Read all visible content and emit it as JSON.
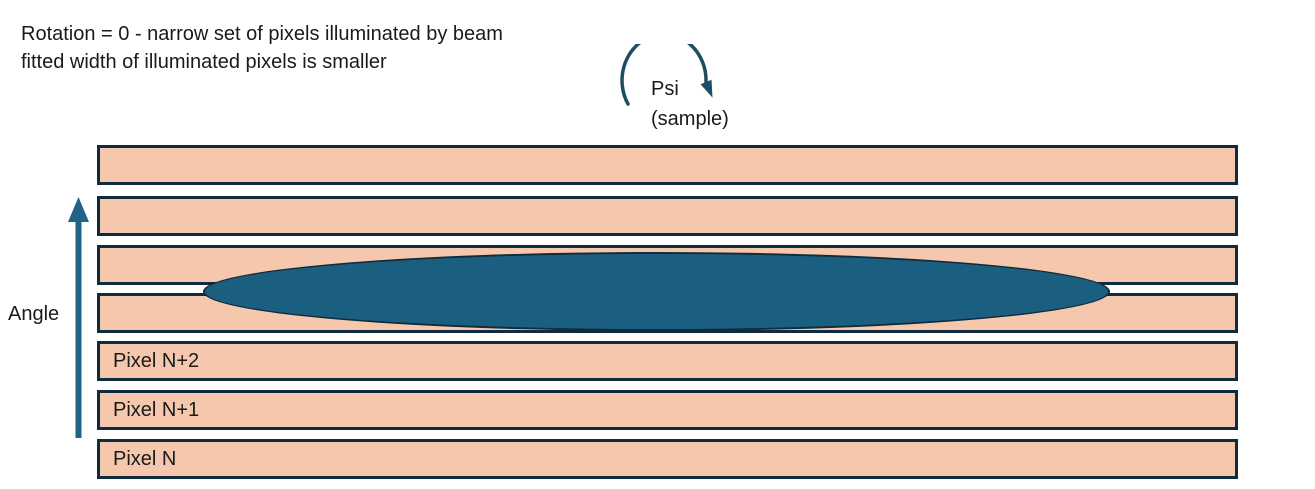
{
  "title": {
    "line1": "Rotation = 0 - narrow set of pixels illuminated by beam",
    "line2": "fitted width of illuminated pixels is smaller"
  },
  "rotation_arrow": {
    "label_line1": "Psi",
    "label_line2": "(sample)"
  },
  "axis": {
    "label": "Angle"
  },
  "detector": {
    "bars": [
      {
        "label": ""
      },
      {
        "label": ""
      },
      {
        "label": ""
      },
      {
        "label": ""
      },
      {
        "label": "Pixel N+2"
      },
      {
        "label": "Pixel N+1"
      },
      {
        "label": "Pixel N"
      }
    ]
  },
  "colors": {
    "pixel_fill": "#F5C8AD",
    "outline": "#0F2B3D",
    "beam_fill": "#1B5F80",
    "angle_arrow": "#1F6386",
    "psi_arrow": "#1E4D63",
    "text": "#1A1A1A",
    "background": "#FFFFFF"
  }
}
